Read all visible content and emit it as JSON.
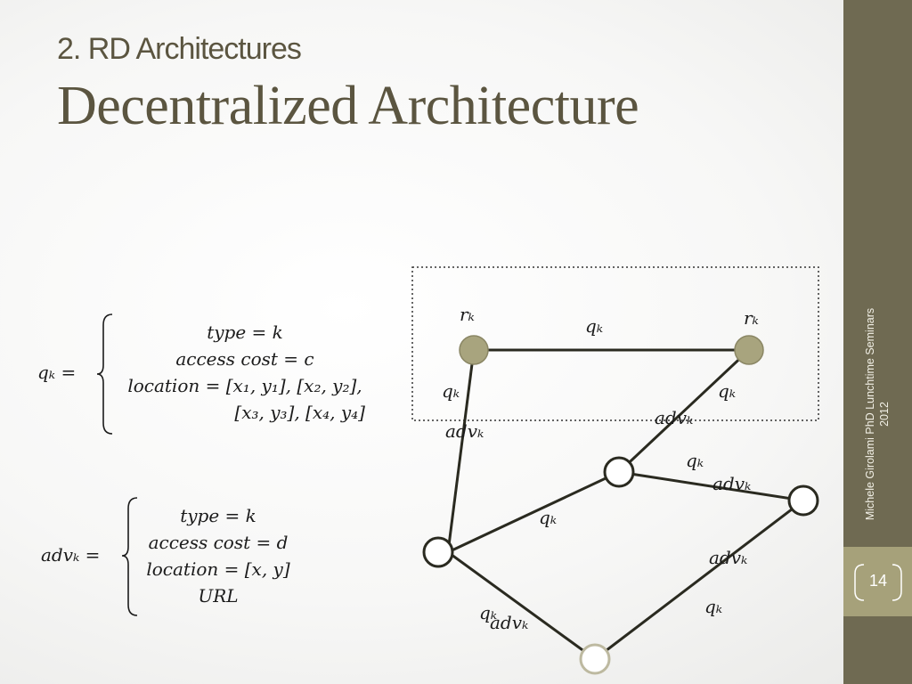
{
  "header": {
    "section": "2. RD Architectures",
    "title": "Decentralized Architecture"
  },
  "footer": {
    "text": "Michele Girolami PhD Lunchtime Seminars 2012",
    "page": "14"
  },
  "query_def": {
    "lhs": "qₖ =",
    "lines": [
      "type = k",
      "access cost = c",
      "location = [x₁, y₁], [x₂, y₂],",
      "[x₃, y₃], [x₄, y₄]"
    ]
  },
  "adv_def": {
    "lhs": "advₖ =",
    "lines": [
      "type = k",
      "access cost = d",
      "location = [x, y]",
      "URL"
    ]
  },
  "diagram": {
    "node_labels": [
      "rₖ",
      "rₖ"
    ],
    "edge_labels": [
      "qₖ",
      "qₖ",
      "advₖ",
      "qₖ",
      "advₖ",
      "qₖ",
      "advₖ",
      "qₖ",
      "advₖ",
      "qₖ",
      "qₖ",
      "advₖ"
    ],
    "colors": {
      "registry_fill": "#a8a47e",
      "node_stroke": "#2a2a20",
      "edge": "#2a2a20",
      "dashed_box": "#333333"
    }
  }
}
